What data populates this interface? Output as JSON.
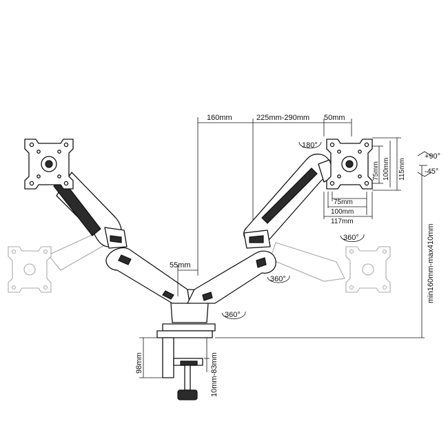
{
  "dimensions": {
    "arm_reach": "160mm",
    "arm_extension": "225mm-290mm",
    "head_offset": "50mm",
    "column_width": "55mm",
    "height_range": "min160mm-max410mm",
    "clamp_height": "98mm",
    "desk_thickness": "10mm-83mm",
    "vesa_75_h": "75mm",
    "vesa_100_h": "100mm",
    "vesa_75_w": "75mm",
    "vesa_100_w": "100mm",
    "plate_width": "117mm",
    "plate_height": "115mm"
  },
  "rotations": {
    "plate": "180°",
    "arm_upper": "360°",
    "arm_middle": "360°",
    "base": "360°",
    "tilt_up": "+90°",
    "tilt_down": "-45°"
  }
}
